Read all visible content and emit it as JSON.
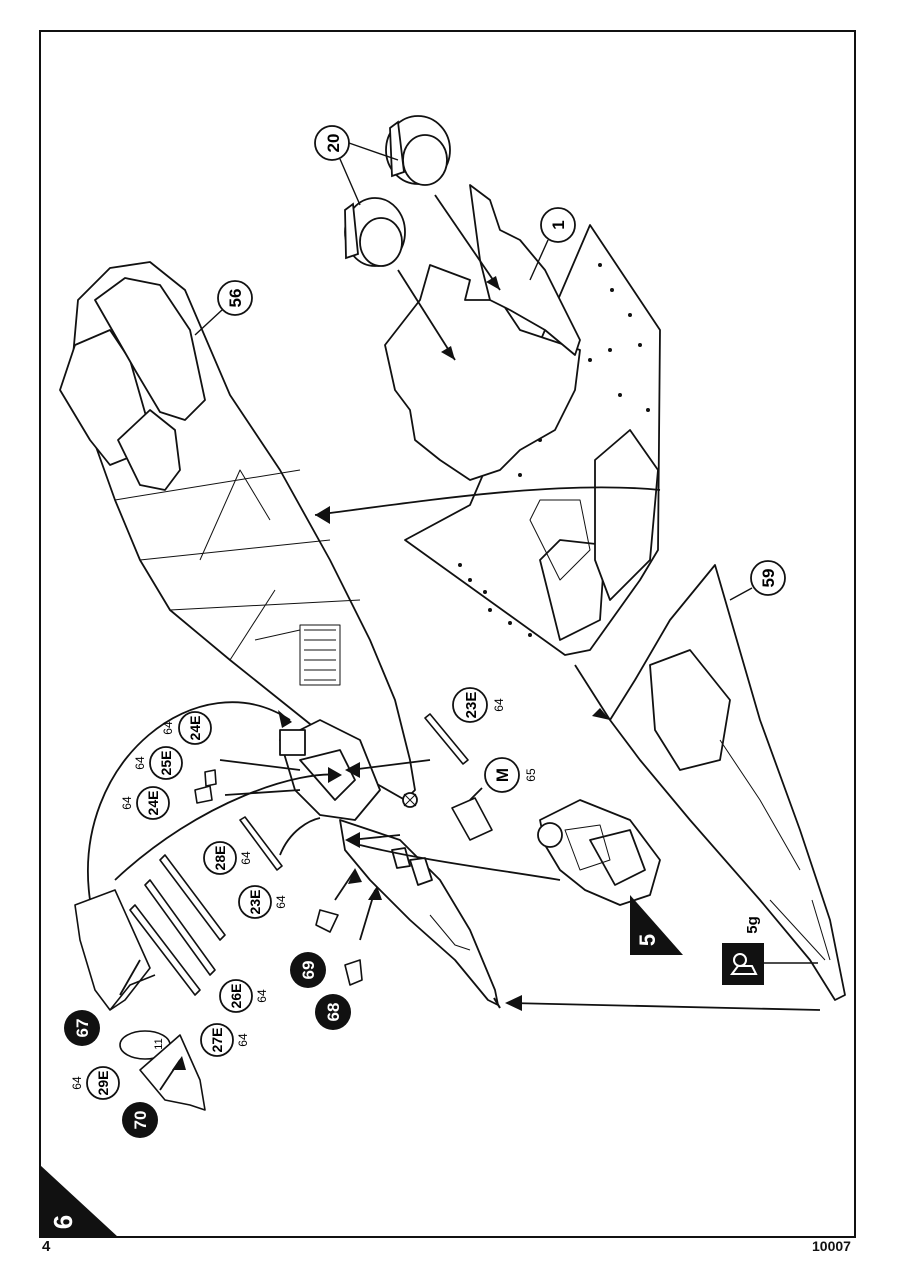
{
  "step": {
    "number": "6"
  },
  "subassembly": {
    "number": "5"
  },
  "footer": {
    "page_number": "4",
    "kit_number": "10007"
  },
  "paint": {
    "code": "5g"
  },
  "parts": {
    "p20": "20",
    "p1": "1",
    "p56": "56",
    "p59": "59",
    "p23e_top": "23E",
    "p23e_mid": "23E",
    "pM": "M",
    "p24e_a": "24E",
    "p25e": "25E",
    "p24e_b": "24E",
    "p28e": "28E",
    "p26e": "26E",
    "p27e": "27E",
    "p29e": "29E",
    "p67": "67",
    "p69": "69",
    "p68": "68",
    "p70": "70"
  },
  "refs": {
    "r23e_top": "64",
    "rM": "65",
    "r24e_a": "64",
    "r25e": "64",
    "r24e_b": "64",
    "r28e": "64",
    "r23e_mid": "64",
    "r26e": "64",
    "r27e": "64",
    "r29e": "64",
    "r11": "11"
  }
}
